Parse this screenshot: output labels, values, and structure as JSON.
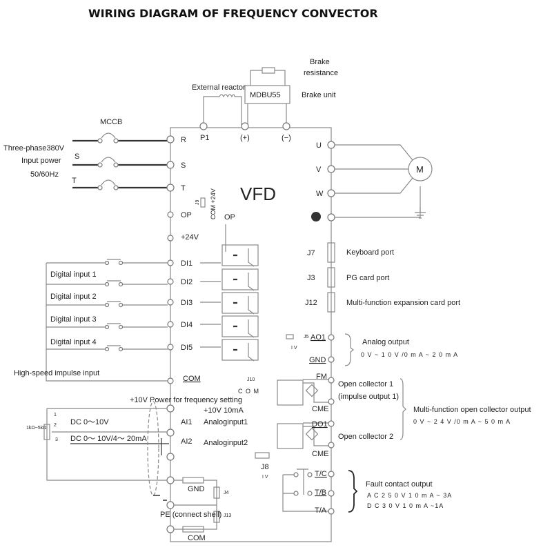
{
  "title": "WIRING DIAGRAM OF FREQUENCY CONVECTOR",
  "top": {
    "brake_resistance_1": "Brake",
    "brake_resistance_2": "resistance",
    "external_reactor": "External reactor",
    "brake_unit_model": "MDBU55",
    "brake_unit": "Brake unit",
    "p1": "P1",
    "plus": "(+)",
    "minus": "(−)"
  },
  "input": {
    "mccb": "MCCB",
    "line1": "Three-phase380V",
    "line2": "Input power",
    "line3": "50/60Hz",
    "phase_s": "S",
    "phase_t": "T"
  },
  "vfd": "VFD",
  "j9": {
    "label": "J9",
    "text": "COM +24V",
    "op": "OP"
  },
  "left_terminals": [
    "R",
    "S",
    "T",
    "OP",
    "+24V",
    "DI1",
    "DI2",
    "DI3",
    "DI4",
    "DI5",
    "COM"
  ],
  "digital_inputs": [
    "Digital input 1",
    "Digital input 2",
    "Digital input 3",
    "Digital input 4",
    "High-speed impulse input"
  ],
  "analog_in": {
    "power_label": "+10V Power for frequency setting",
    "power_spec": "+10V 10mA",
    "ai1": "AI1",
    "ai1_desc": "Analoginput1",
    "ai2": "AI2",
    "ai2_desc": "Analoginput2",
    "pot": "1kΩ~5kΩ",
    "pin1": "1",
    "pin2": "2",
    "pin3": "3",
    "dc1": "DC 0～10V",
    "dc2": "DC 0～ 10V/4～ 20mA",
    "gnd": "GND",
    "j4": "J4",
    "pe": "PE (connect shell)",
    "j13": "J13",
    "com": "COM"
  },
  "right_terminals": {
    "u": "U",
    "v": "V",
    "w": "W",
    "motor": "M",
    "j7": "J7",
    "j7_desc": "Keyboard port",
    "j3": "J3",
    "j3_desc": "PG card port",
    "j12": "J12",
    "j12_desc": "Multi-function expansion card port"
  },
  "analog_out": {
    "j5": "J5",
    "iv": "I V",
    "ao1": "AO1",
    "gnd": "GND",
    "title": "Analog output",
    "spec": "0 V ~ 1 0 V /0 m A ~ 2 0 m A"
  },
  "collector": {
    "j10": "J10",
    "com": "C O M",
    "fm": "FM",
    "cme1": "CME",
    "do1": "DO1",
    "cme2": "CME",
    "oc1": "Open collector 1",
    "oc1_sub": "(impulse output 1)",
    "oc2": "Open collector 2",
    "title": "Multi-function open collector output",
    "spec": "0 V ~ 2 4 V /0 m A ~ 5 0 m A",
    "j8": "J8",
    "j8_iv": "I V"
  },
  "fault": {
    "tc": "T/C",
    "tb": "T/B",
    "ta": "T/A",
    "title": "Fault contact output",
    "ac": "A C 2 5 0 V 1 0 m A ~ 3A",
    "dc": "D C 3 0 V 1 0 m A ~1A"
  }
}
